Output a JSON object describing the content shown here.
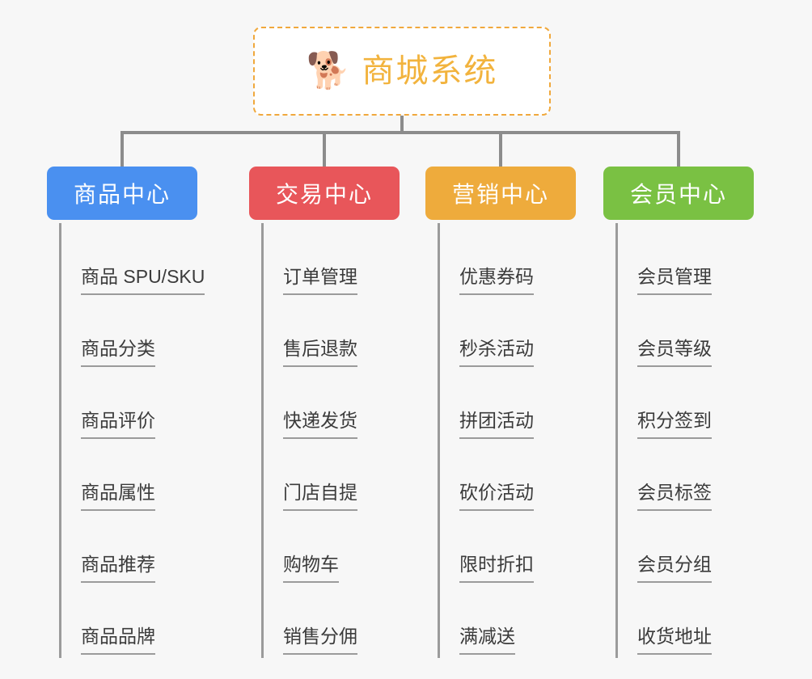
{
  "page": {
    "background_color": "#f7f7f7",
    "diagram_type": "organization-tree"
  },
  "root": {
    "icon": "shiba-dog-emoji",
    "emoji": "🐕",
    "title": "商城系统",
    "text_color": "#f2b33d",
    "border_color": "#f0a83c",
    "background_color": "#ffffff"
  },
  "connector": {
    "color": "#8c8c8c"
  },
  "columns": [
    {
      "id": "product-center",
      "title": "商品中心",
      "color": "#4a90f0",
      "items": [
        "商品 SPU/SKU",
        "商品分类",
        "商品评价",
        "商品属性",
        "商品推荐",
        "商品品牌"
      ]
    },
    {
      "id": "trade-center",
      "title": "交易中心",
      "color": "#e8565a",
      "items": [
        "订单管理",
        "售后退款",
        "快递发货",
        "门店自提",
        "购物车",
        "销售分佣"
      ]
    },
    {
      "id": "marketing-center",
      "title": "营销中心",
      "color": "#eeab3c",
      "items": [
        "优惠券码",
        "秒杀活动",
        "拼团活动",
        "砍价活动",
        "限时折扣",
        "满减送"
      ]
    },
    {
      "id": "member-center",
      "title": "会员中心",
      "color": "#7ac143",
      "items": [
        "会员管理",
        "会员等级",
        "积分签到",
        "会员标签",
        "会员分组",
        "收货地址"
      ]
    }
  ]
}
